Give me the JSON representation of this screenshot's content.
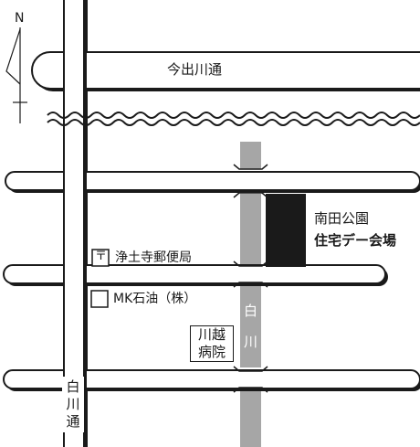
{
  "compass": {
    "label": "N"
  },
  "roads": {
    "imadegawa": "今出川通",
    "shirakawa_dori": [
      "白",
      "川",
      "通"
    ]
  },
  "river": {
    "label": [
      "白",
      "川"
    ]
  },
  "venue": {
    "park": "南田公園",
    "name": "住宅デー会場"
  },
  "pois": {
    "post_office": {
      "symbol": "〒",
      "label": "浄土寺郵便局"
    },
    "gas_station": {
      "label": "MK石油（株）"
    },
    "hospital": {
      "lines": [
        "川越",
        "病院"
      ]
    }
  },
  "colors": {
    "road_outline": "#1a1a1a",
    "river": "#a6a6a6",
    "building": "#1a1a1a",
    "background": "#ffffff"
  }
}
